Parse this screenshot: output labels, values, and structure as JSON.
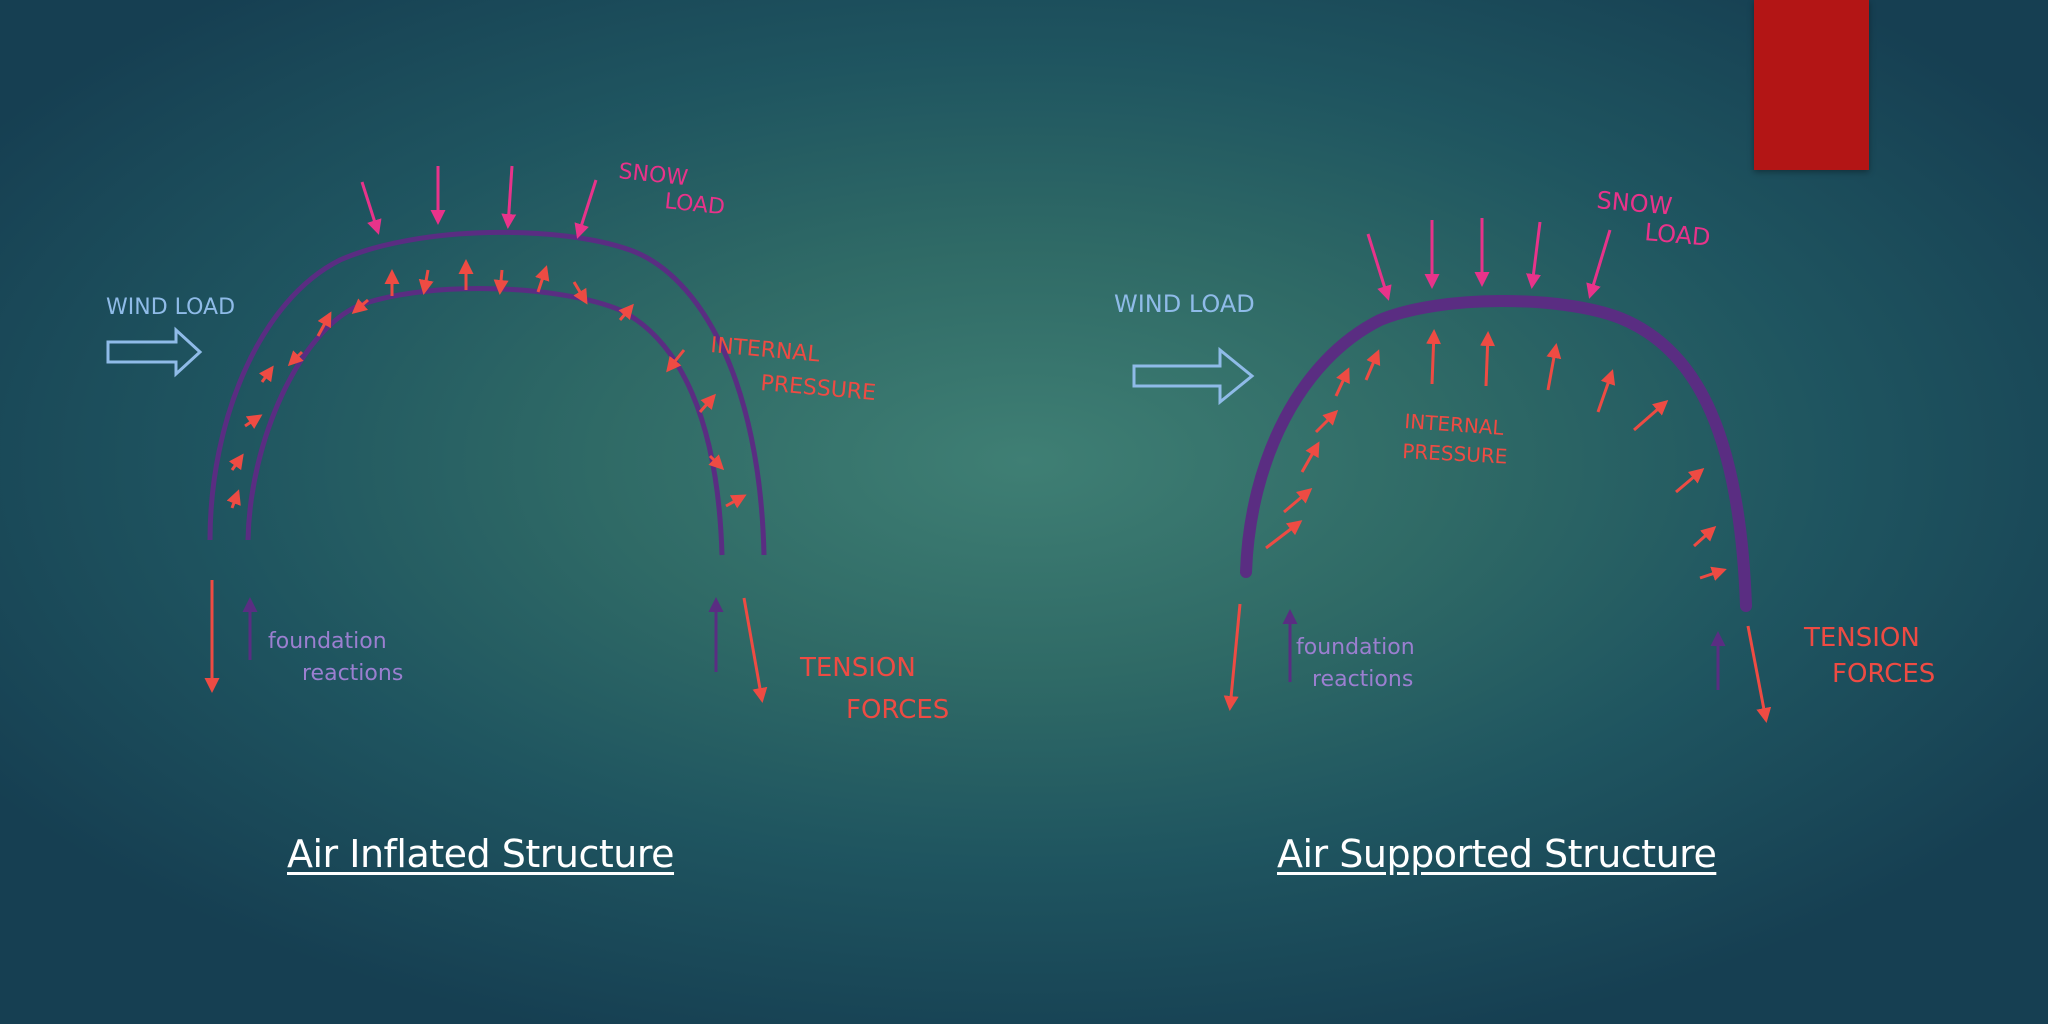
{
  "colors": {
    "background": "#2a6461",
    "accent_bar": "#b31515",
    "membrane": "#5a2d82",
    "snow_arrow": "#e8338a",
    "pressure_arrow": "#ee4b43",
    "wind_arrow": "#8fbbe8",
    "reaction_up": "#5a2d82",
    "caption": "#ffffff"
  },
  "left_diagram": {
    "snow_label": [
      "SNOW",
      "LOAD"
    ],
    "wind_label": "WIND LOAD",
    "internal_label": [
      "INTERNAL",
      "PRESSURE"
    ],
    "foundation_label": [
      "foundation",
      "reactions"
    ],
    "tension_label": [
      "TENSION",
      "FORCES"
    ],
    "caption": "Air Inflated Structure"
  },
  "right_diagram": {
    "snow_label": [
      "SNOW",
      "LOAD"
    ],
    "wind_label": "WIND LOAD",
    "internal_label": [
      "INTERNAL",
      "PRESSURE"
    ],
    "foundation_label": [
      "foundation",
      "reactions"
    ],
    "tension_label": [
      "TENSION",
      "FORCES"
    ],
    "caption": "Air Supported Structure"
  }
}
